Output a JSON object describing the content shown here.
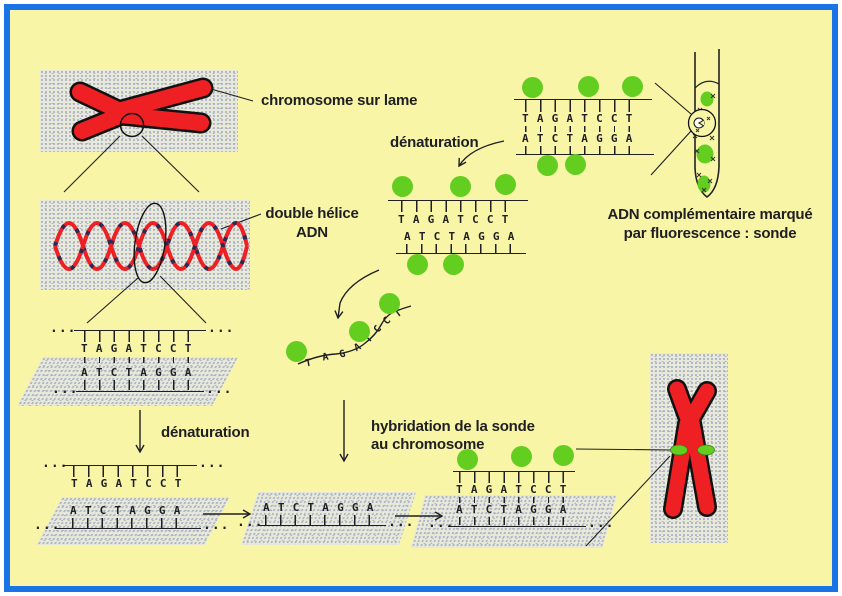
{
  "colors": {
    "bg": "#f8f5a6",
    "frame": "#1b74e6",
    "red": "#ee2024",
    "green": "#63ce1f",
    "ink": "#1f1f23",
    "slide": "#e8e9db",
    "slidedot": "#a9b2c2"
  },
  "labels": {
    "chromosome_slide": "chromosome sur lame",
    "double_helix_line1": "double hélice",
    "double_helix_line2": "ADN",
    "denaturation_left": "dénaturation",
    "denaturation_middle": "dénaturation",
    "hybridization_line1": "hybridation de la sonde",
    "hybridization_line2": "au chromosome",
    "probe_line1": "ADN complémentaire marqué",
    "probe_line2": "par fluorescence : sonde"
  },
  "sequences": {
    "sense": "TAGATCCT",
    "antisense": "ATCTAGGA",
    "probe": "TAGATCCT",
    "ellipsis": "..."
  }
}
